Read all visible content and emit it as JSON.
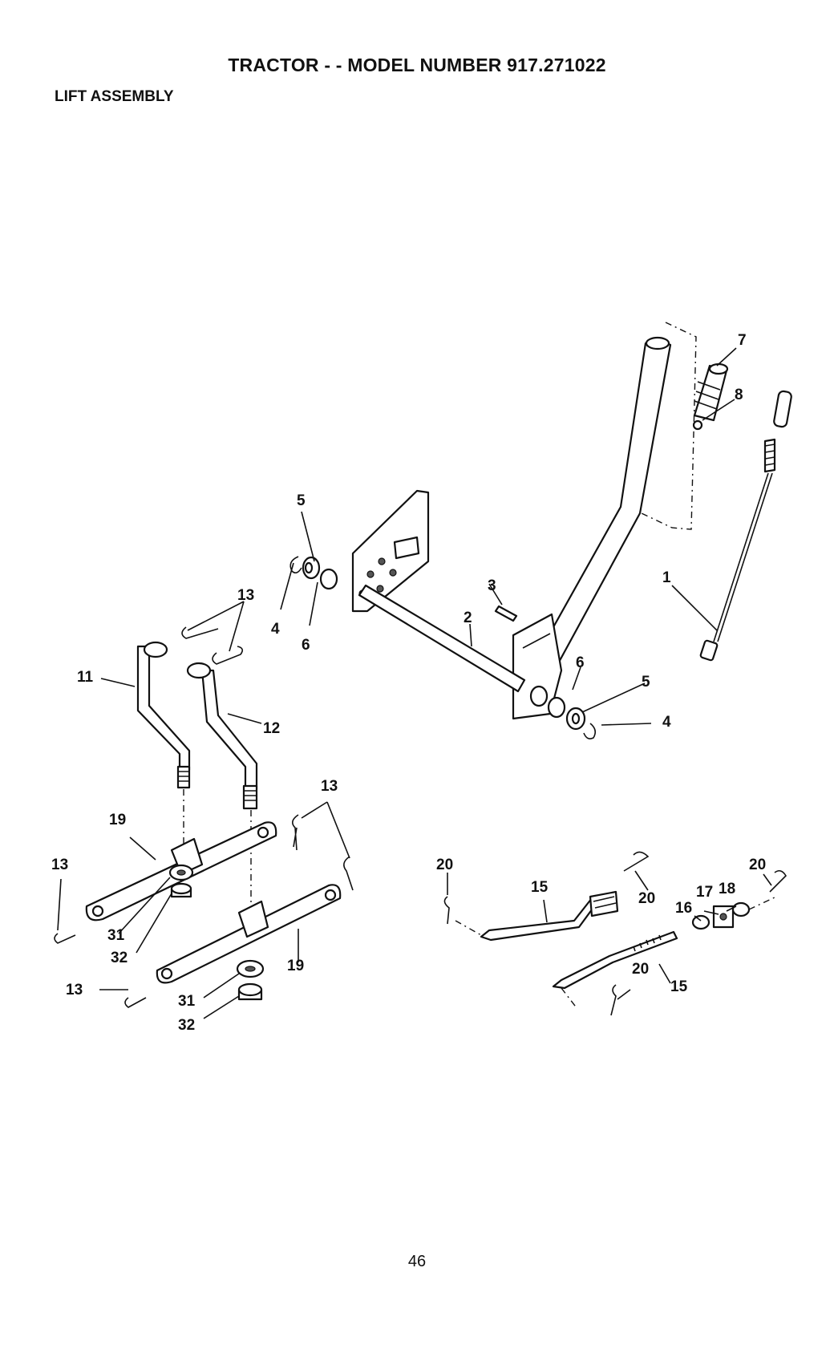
{
  "header": {
    "title": "TRACTOR - - MODEL NUMBER 917.271022",
    "section": "LIFT ASSEMBLY"
  },
  "footer": {
    "page_number": "46"
  },
  "callouts": {
    "c1": "1",
    "c2": "2",
    "c3": "3",
    "c4a": "4",
    "c4b": "4",
    "c5a": "5",
    "c5b": "5",
    "c6a": "6",
    "c6b": "6",
    "c7": "7",
    "c8": "8",
    "c11": "11",
    "c12": "12",
    "c13a": "13",
    "c13b": "13",
    "c13c": "13",
    "c13d": "13",
    "c15a": "15",
    "c15b": "15",
    "c16": "16",
    "c17": "17",
    "c18": "18",
    "c19a": "19",
    "c19b": "19",
    "c20a": "20",
    "c20b": "20",
    "c20c": "20",
    "c20d": "20",
    "c31a": "31",
    "c31b": "31",
    "c32a": "32",
    "c32b": "32"
  }
}
